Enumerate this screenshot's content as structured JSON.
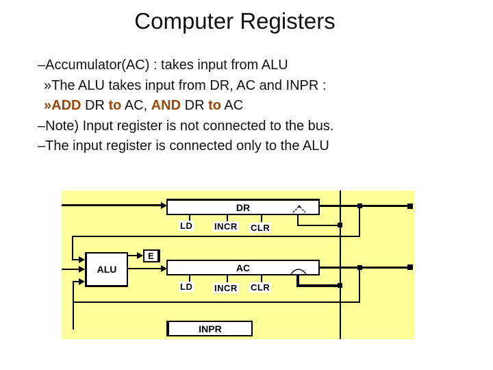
{
  "slide": {
    "title": "Computer Registers",
    "bullets": [
      {
        "marker": "–",
        "text": "Accumulator(AC) : takes input from ALU"
      },
      {
        "marker": "»",
        "text": "The ALU takes input from DR, AC and INPR :"
      },
      {
        "marker": "»",
        "rich": [
          {
            "text": "ADD",
            "emphasis": true
          },
          {
            "text": " DR ",
            "emphasis": false
          },
          {
            "text": "to",
            "emphasis": true
          },
          {
            "text": " AC, ",
            "emphasis": false
          },
          {
            "text": "AND",
            "emphasis": true
          },
          {
            "text": " DR ",
            "emphasis": false
          },
          {
            "text": "to",
            "emphasis": true
          },
          {
            "text": " AC",
            "emphasis": false
          }
        ]
      },
      {
        "marker": "–",
        "text": "Note) Input register is not connected to the bus."
      },
      {
        "marker": "–",
        "text": "The input register is connected only to the ALU"
      }
    ]
  },
  "diagram": {
    "dr_label": "DR",
    "ac_label": "AC",
    "inpr_label": "INPR",
    "alu_label": "ALU",
    "e_label": "E",
    "dr_controls": [
      "LD",
      "INCR",
      "CLR"
    ],
    "ac_controls": [
      "LD",
      "INCR",
      "CLR"
    ],
    "panel_color": "#FFFF99",
    "emphasis_color": "#974806",
    "line_color": "#000000"
  }
}
